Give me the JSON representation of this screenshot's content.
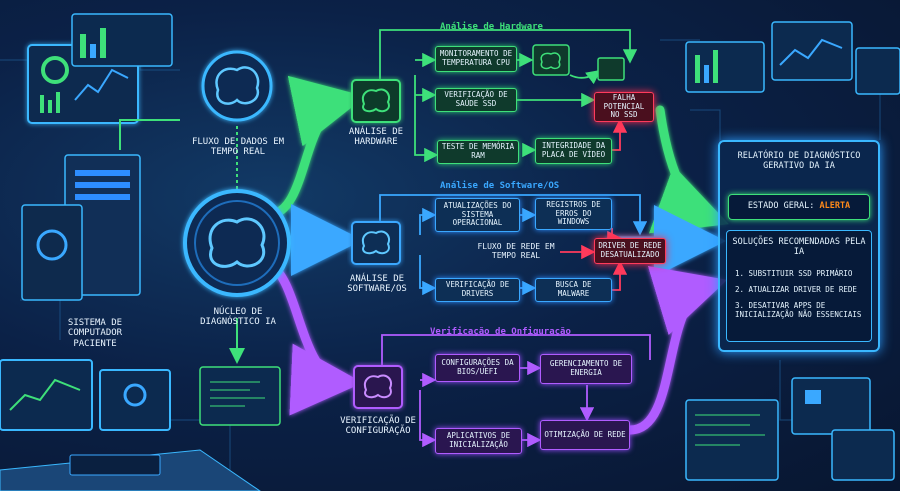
{
  "source_panel": {
    "stream_label": "Fluxo de Dados em Tempo Real",
    "patient_label": "Sistema de Computador Paciente",
    "core_label": "Núcleo de Diagnóstico IA"
  },
  "hardware": {
    "section_title": "Análise de Hardware",
    "brain_label": "Análise de Hardware",
    "nodes": [
      "Monitoramento de Temperatura CPU",
      "Verificação de Saúde SSD",
      "Teste de Memória RAM",
      "Integridade da Placa de Vídeo"
    ],
    "alert": "Falha Potencial no SSD"
  },
  "software": {
    "section_title": "Análise de Software/OS",
    "brain_label": "Análise de Software/OS",
    "nodes": [
      "Atualizações do Sistema Operacional",
      "Registros de Erros do Windows",
      "Verificação de Drivers",
      "Busca de Malware"
    ],
    "stream_label": "Fluxo de Rede em Tempo Real",
    "alert": "Driver de Rede Desatualizado"
  },
  "config": {
    "section_title": "Verificação de Onfiguração",
    "brain_label": "Verificação de Configuração",
    "nodes": [
      "Configurações da BIOS/UEFI",
      "Gerenciamento de Energia",
      "Aplicativos de Inicialização",
      "Otimização de Rede"
    ]
  },
  "report": {
    "title": "Relatório de Diagnóstico Gerativo da IA",
    "status_label": "Estado Geral:",
    "status_value": "Alerta",
    "solutions_title": "Soluções Recomendadas pela IA",
    "solutions": [
      "1. Substituir SSD primário",
      "2. Atualizar driver de rede",
      "3. Desativar apps de inicialização não essenciais"
    ]
  },
  "colors": {
    "hardware": "#3ee07a",
    "software": "#3aa8ff",
    "config": "#b05cff",
    "alert": "#ff3b5c",
    "status_value": "#ff8a1a"
  }
}
